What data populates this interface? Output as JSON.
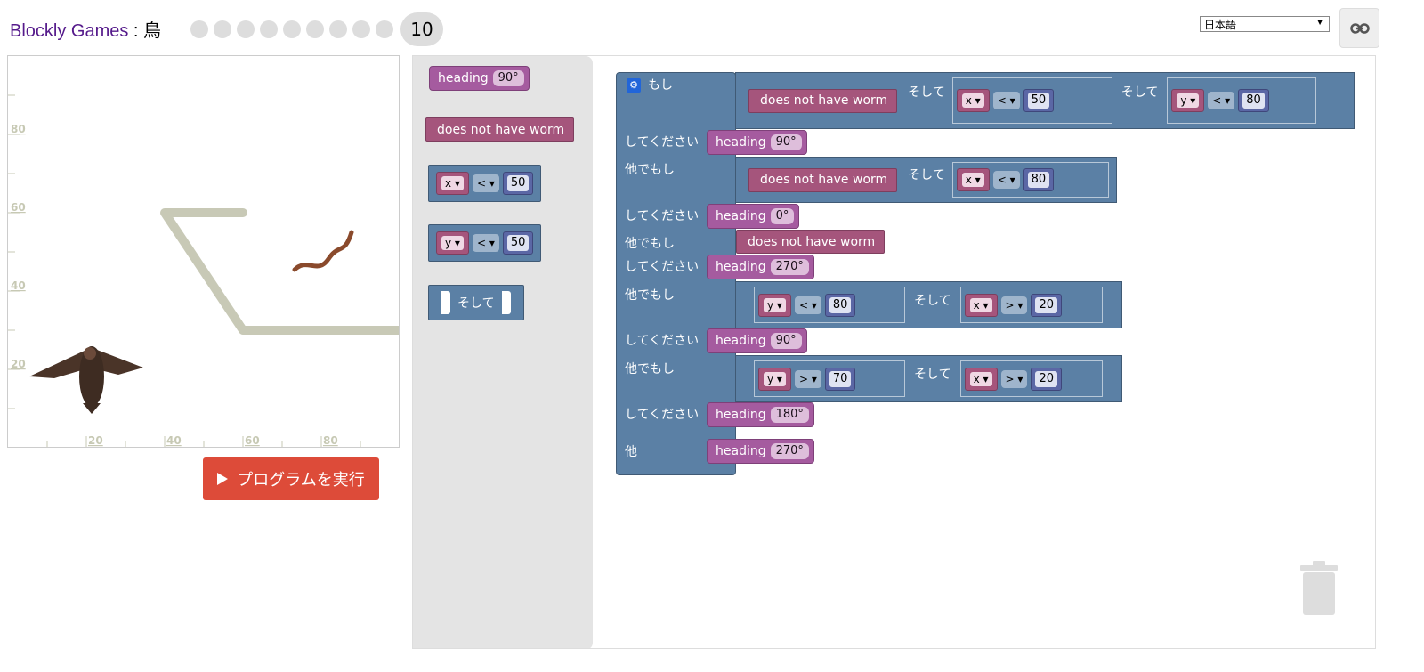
{
  "header": {
    "app_title": "Blockly Games",
    "separator": " : ",
    "game_title": "鳥",
    "current_level": "10",
    "language": "日本語"
  },
  "visualization": {
    "x_ticks": [
      "20",
      "40",
      "60",
      "80"
    ],
    "y_ticks": [
      "80",
      "60",
      "40",
      "20"
    ]
  },
  "run_button": {
    "label": "プログラムを実行"
  },
  "toolbox": {
    "heading_label": "heading",
    "heading_value": "90°",
    "worm_label": "does not have worm",
    "cmp1": {
      "var": "x",
      "op": "<",
      "num": "50"
    },
    "cmp2": {
      "var": "y",
      "op": "<",
      "num": "50"
    },
    "and_label": "そして"
  },
  "program": {
    "if_kw": "もし",
    "do_kw": "してください",
    "elseif_kw": "他でもし",
    "else_kw": "他",
    "and_kw": "そして",
    "heading_label": "heading",
    "worm_label": "does not have worm",
    "c0a": {
      "var": "x",
      "op": "<",
      "num": "50"
    },
    "c0b": {
      "var": "y",
      "op": "<",
      "num": "80"
    },
    "h0": "90°",
    "c1a": {
      "var": "x",
      "op": "<",
      "num": "80"
    },
    "h1": "0°",
    "h2": "270°",
    "c3a": {
      "var": "y",
      "op": "<",
      "num": "80"
    },
    "c3b": {
      "var": "x",
      "op": ">",
      "num": "20"
    },
    "h3": "90°",
    "c4a": {
      "var": "y",
      "op": ">",
      "num": "70"
    },
    "c4b": {
      "var": "x",
      "op": ">",
      "num": "20"
    },
    "h4": "180°",
    "h5": "270°"
  },
  "colors": {
    "logic_blue": "#5b80a5",
    "heading_purple": "#a55b9f",
    "worm_pink": "#a5557c",
    "run_red": "#dd4b39",
    "wall_gray": "#c8c9b6"
  }
}
